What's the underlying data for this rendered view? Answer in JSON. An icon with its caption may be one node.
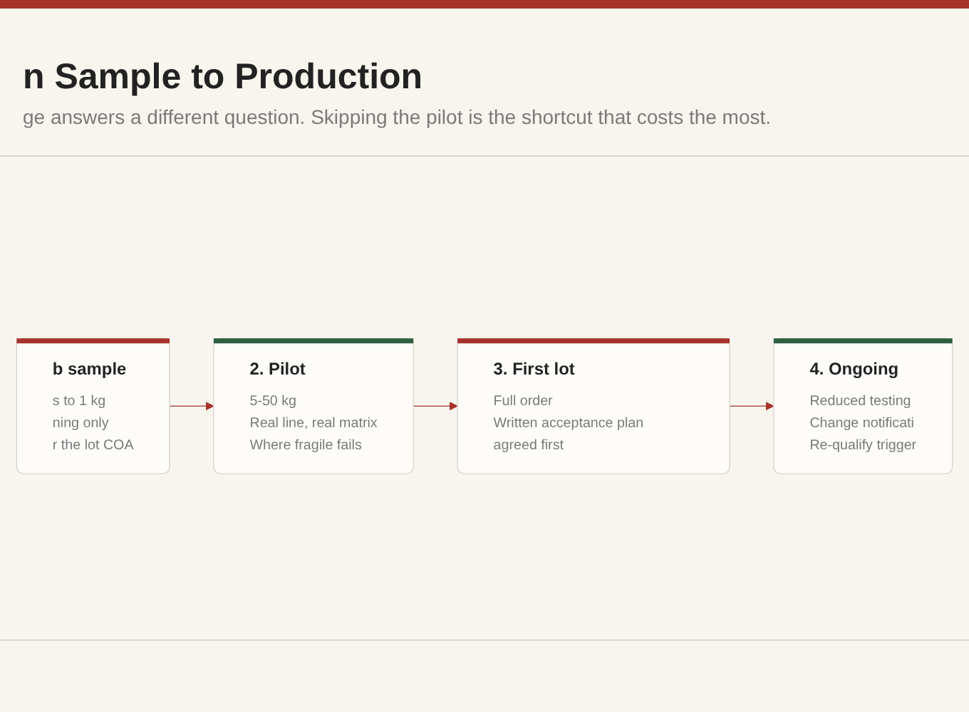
{
  "diagram": {
    "title": "n Sample to Production",
    "nodes": [
      {
        "text": [
          "b sample",
          "s to 1 kg",
          "ning only",
          "r the lot COA"
        ]
      },
      {
        "text": [
          "2. Pilot",
          "5-50 kg",
          "Real line, real matrix",
          "Where fragile fails"
        ]
      },
      {
        "text": [
          "3. First lot",
          "Full order",
          "Written acceptance plan agreed first"
        ]
      },
      {
        "text": [
          "4. Ongoing",
          "Reduced testing",
          "Change notificati",
          "Re-qualify trigger"
        ]
      }
    ],
    "edges": [
      {
        "from": 0,
        "to": 1,
        "arrow": "to"
      },
      {
        "from": 1,
        "to": 2,
        "arrow": "to"
      },
      {
        "from": 2,
        "to": 3,
        "arrow": "to"
      }
    ],
    "labels": [
      "ge answers a different question. Skipping the pilot is the shortcut that costs the most."
    ]
  }
}
